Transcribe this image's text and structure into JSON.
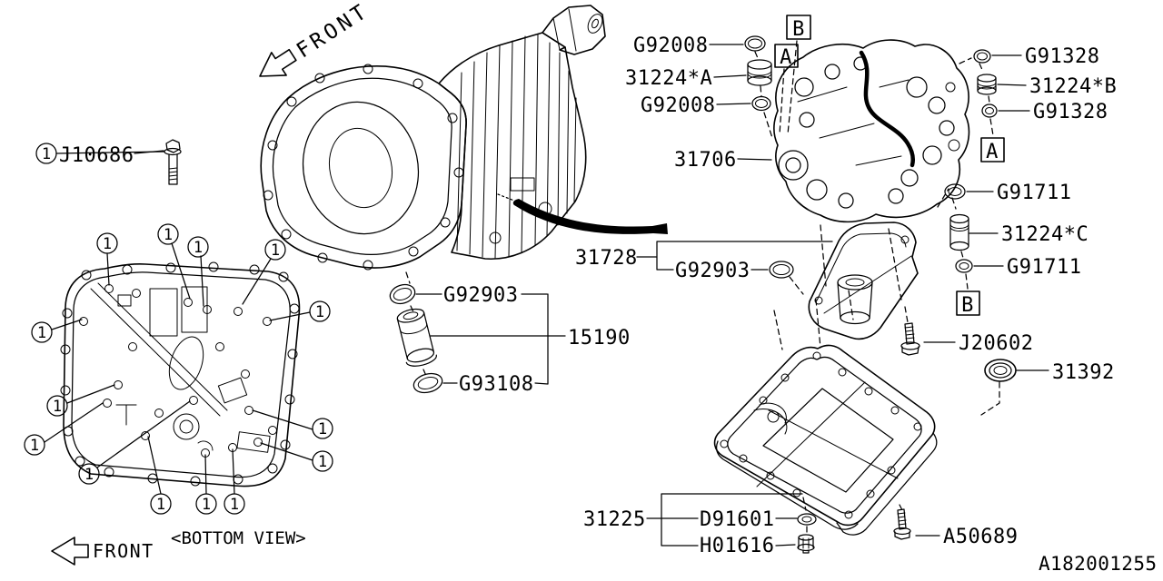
{
  "drawing_number": "A182001255",
  "annotations": {
    "front_top": "FRONT",
    "front_bottom": "FRONT",
    "bottom_view": "<BOTTOM VIEW>",
    "callout": "1"
  },
  "ref_boxes": {
    "b_top": "B",
    "a_top": "A",
    "a_right": "A",
    "b_right": "B"
  },
  "part_labels": {
    "j10686": "J10686",
    "g92008_top": "G92008",
    "a31224_a": "31224*A",
    "g92008_lower": "G92008",
    "a31706": "31706",
    "g91328_top": "G91328",
    "a31224_b": "31224*B",
    "g91328_lower": "G91328",
    "g91711_top": "G91711",
    "a31224_c": "31224*C",
    "g91711_lower": "G91711",
    "a31728": "31728",
    "g92903_strainer": "G92903",
    "g92903_pipe": "G92903",
    "a15190": "15190",
    "g93108": "G93108",
    "j20602": "J20602",
    "a31392": "31392",
    "a31225": "31225",
    "d91601": "D91601",
    "h01616": "H01616",
    "a50689": "A50689"
  }
}
